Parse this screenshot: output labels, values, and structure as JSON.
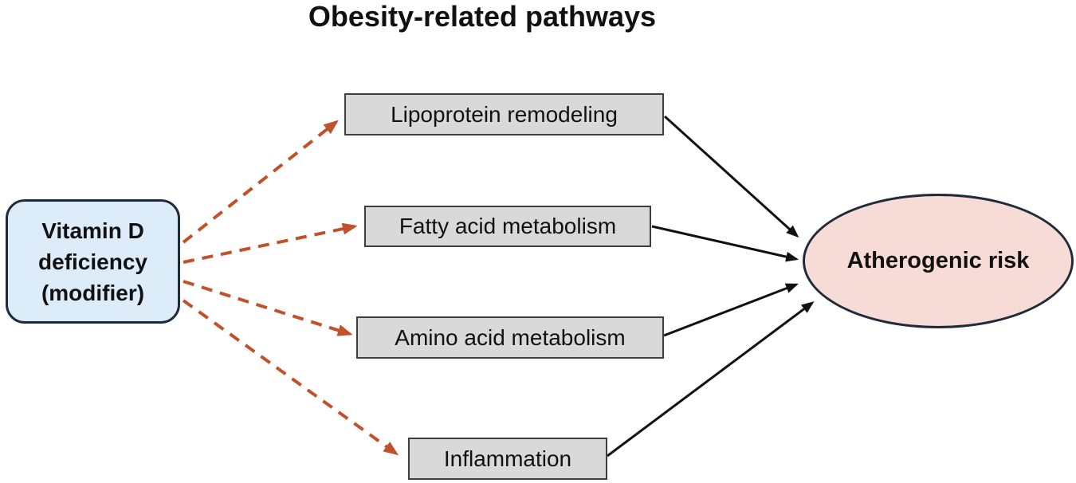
{
  "title": "Obesity-related pathways",
  "diagram": {
    "source_node": {
      "id": "vitamin-d-deficiency",
      "label": "Vitamin D deficiency (modifier)",
      "label_lines": [
        "Vitamin D",
        "deficiency",
        "(modifier)"
      ],
      "shape": "rounded-rectangle",
      "fill": "#dcedf9"
    },
    "pathway_nodes": [
      {
        "id": "lipoprotein-remodeling",
        "label": "Lipoprotein remodeling",
        "shape": "rectangle",
        "fill": "#d9d9d9"
      },
      {
        "id": "fatty-acid-metabolism",
        "label": "Fatty acid metabolism",
        "shape": "rectangle",
        "fill": "#d9d9d9"
      },
      {
        "id": "amino-acid-metabolism",
        "label": "Amino acid metabolism",
        "shape": "rectangle",
        "fill": "#d9d9d9"
      },
      {
        "id": "inflammation",
        "label": "Inflammation",
        "shape": "rectangle",
        "fill": "#d9d9d9"
      }
    ],
    "outcome_node": {
      "id": "atherogenic-risk",
      "label": "Atherogenic risk",
      "shape": "ellipse",
      "fill": "#f6dbd6"
    },
    "edges": [
      {
        "from": "vitamin-d-deficiency",
        "to": "lipoprotein-remodeling",
        "style": "dashed",
        "color": "#c1512a"
      },
      {
        "from": "vitamin-d-deficiency",
        "to": "fatty-acid-metabolism",
        "style": "dashed",
        "color": "#c1512a"
      },
      {
        "from": "vitamin-d-deficiency",
        "to": "amino-acid-metabolism",
        "style": "dashed",
        "color": "#c1512a"
      },
      {
        "from": "vitamin-d-deficiency",
        "to": "inflammation",
        "style": "dashed",
        "color": "#c1512a"
      },
      {
        "from": "lipoprotein-remodeling",
        "to": "atherogenic-risk",
        "style": "solid",
        "color": "#111111"
      },
      {
        "from": "fatty-acid-metabolism",
        "to": "atherogenic-risk",
        "style": "solid",
        "color": "#111111"
      },
      {
        "from": "amino-acid-metabolism",
        "to": "atherogenic-risk",
        "style": "solid",
        "color": "#111111"
      },
      {
        "from": "inflammation",
        "to": "atherogenic-risk",
        "style": "solid",
        "color": "#111111"
      }
    ],
    "colors": {
      "dashed_arrow": "#c1512a",
      "solid_arrow": "#111111",
      "source_fill": "#dcedf9",
      "pathway_fill": "#d9d9d9",
      "outcome_fill": "#f6dbd6",
      "node_border_dark": "#1e2b38",
      "background": "#ffffff"
    }
  }
}
